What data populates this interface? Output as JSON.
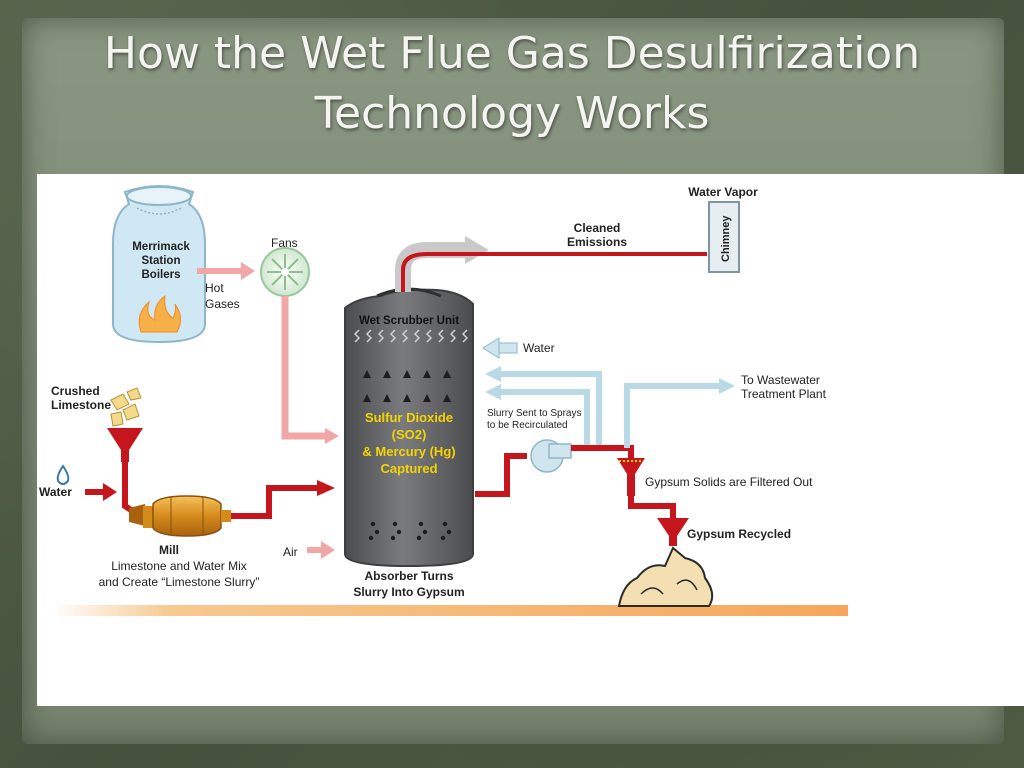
{
  "title": {
    "line1": "How the Wet Flue Gas Desulfirization",
    "line2": "Technology Works"
  },
  "colors": {
    "pipe_red": "#c4161c",
    "pipe_pink": "#f2a7a7",
    "pipe_lightblue": "#b9d9e6",
    "tower_gray": "#6d6e71",
    "captured_yellow": "#f5d300",
    "gypsum_tan": "#f3dfb1",
    "ground": "#f6b36b"
  },
  "labels": {
    "boilers": [
      "Merrimack",
      "Station",
      "Boilers"
    ],
    "hot_gases": [
      "Hot",
      "Gases"
    ],
    "fans": "Fans",
    "crushed_limestone": [
      "Crushed",
      "Limestone"
    ],
    "water_in": "Water",
    "mill": "Mill",
    "mill_caption": [
      "Limestone and Water Mix",
      "and Create “Limestone Slurry”"
    ],
    "air": "Air",
    "scrubber": "Wet Scrubber Unit",
    "captured": [
      "Sulfur Dioxide",
      "(SO2)",
      "& Mercury (Hg)",
      "Captured"
    ],
    "absorber_caption": [
      "Absorber Turns",
      "Slurry Into Gypsum"
    ],
    "water_top": "Water",
    "slurry_sent": [
      "Slurry Sent to Sprays",
      "to be Recirculated"
    ],
    "cleaned": [
      "Cleaned",
      "Emissions"
    ],
    "water_vapor": "Water Vapor",
    "chimney": "Chimney",
    "wastewater": [
      "To Wastewater",
      "Treatment Plant"
    ],
    "gypsum_filtered": "Gypsum Solids are Filtered Out",
    "gypsum_recycled": "Gypsum Recycled"
  }
}
